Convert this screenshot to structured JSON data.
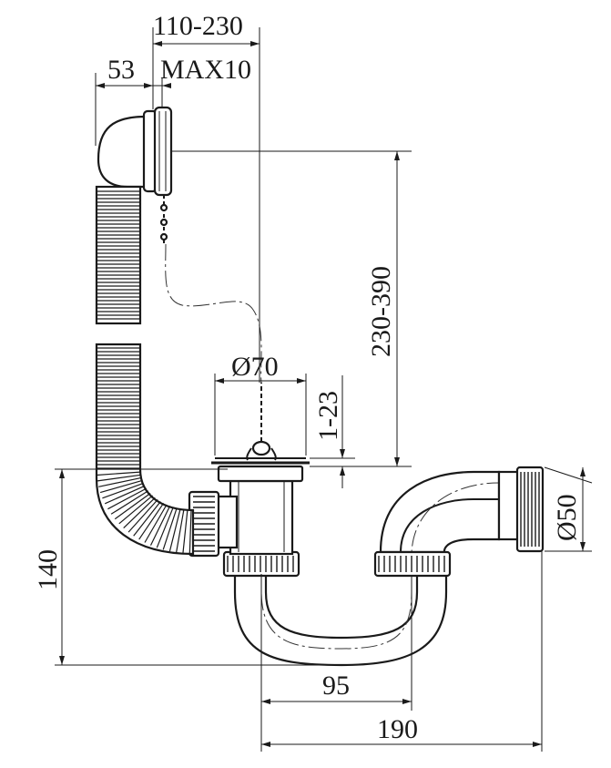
{
  "dimensions": {
    "overflow_reach": "110-230",
    "overflow_offset": "53",
    "overflow_max": "MAX10",
    "vertical_range": "230-390",
    "drain_diameter": "Ø70",
    "plug_travel": "1-23",
    "trap_height": "140",
    "outlet_diameter": "Ø50",
    "trap_spacing": "95",
    "total_length": "190"
  },
  "colors": {
    "line": "#1a1a1a",
    "background": "#ffffff"
  }
}
